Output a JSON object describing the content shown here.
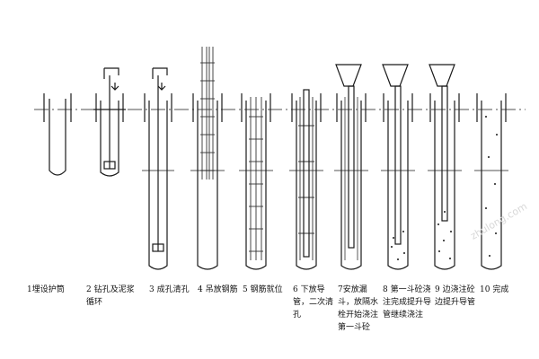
{
  "diagram": {
    "steps": [
      {
        "number": "1",
        "label": "1埋设护筒"
      },
      {
        "number": "2",
        "label": "2 钻孔及泥浆循环"
      },
      {
        "number": "3",
        "label": "3 成孔清孔"
      },
      {
        "number": "4",
        "label": "4 吊放钢筋"
      },
      {
        "number": "5",
        "label": "5 钢筋就位"
      },
      {
        "number": "6",
        "label": "6 下放导管，二次清孔"
      },
      {
        "number": "7",
        "label": "7安放漏斗，放隔水栓开始浇注第一斗砼"
      },
      {
        "number": "8",
        "label": "8 第一斗砼浇注完成提升导管继续浇注"
      },
      {
        "number": "9",
        "label": "9 边浇注砼边提升导管"
      },
      {
        "number": "10",
        "label": "10 完成"
      }
    ],
    "watermark": "zhulong.com"
  },
  "colors": {
    "line": "#1a1a1a",
    "background": "#ffffff",
    "rebar": "#333333"
  }
}
